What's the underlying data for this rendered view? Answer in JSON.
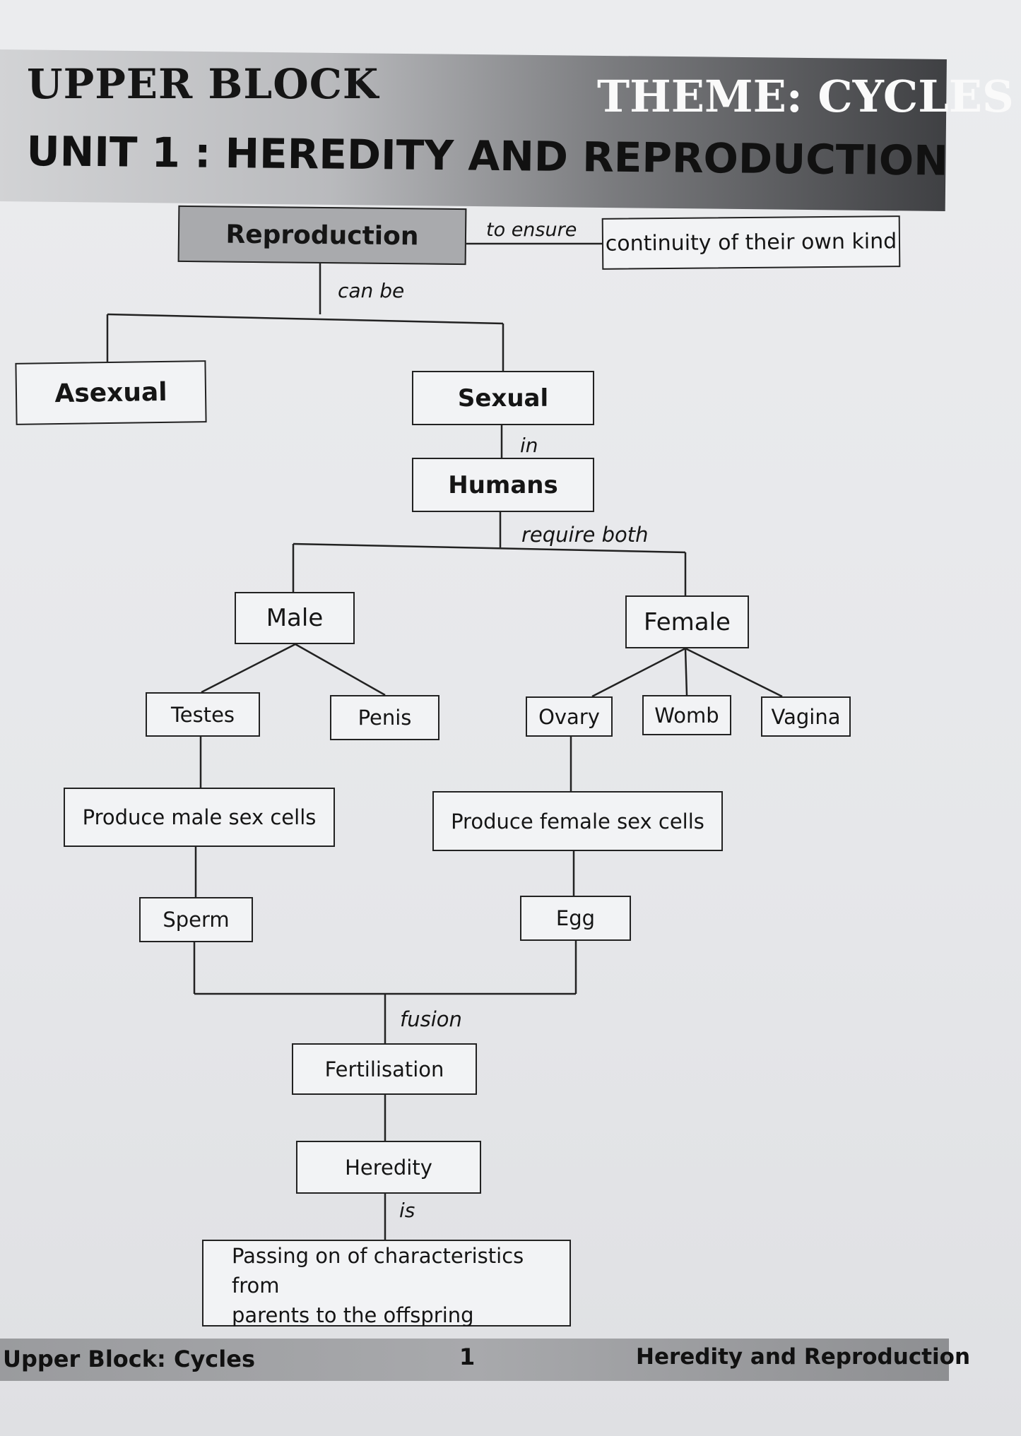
{
  "header": {
    "block": "UPPER BLOCK",
    "theme": "THEME: CYCLES",
    "unit": "UNIT 1 : HEREDITY AND REPRODUCTION"
  },
  "nodes": {
    "reproduction": "Reproduction",
    "continuity": "continuity of their own kind",
    "asexual": "Asexual",
    "sexual": "Sexual",
    "humans": "Humans",
    "male": "Male",
    "female": "Female",
    "testes": "Testes",
    "penis": "Penis",
    "ovary": "Ovary",
    "womb": "Womb",
    "vagina": "Vagina",
    "produce_male": "Produce male sex cells",
    "produce_female": "Produce female sex cells",
    "sperm": "Sperm",
    "egg": "Egg",
    "fertilisation": "Fertilisation",
    "heredity": "Heredity",
    "passing_line1": "Passing on of characteristics from",
    "passing_line2": "parents to the offspring"
  },
  "links": {
    "to_ensure": "to ensure",
    "can_be": "can be",
    "in": "in",
    "require_both": "require both",
    "fusion": "fusion",
    "is": "is"
  },
  "footer": {
    "left": "Upper Block:  Cycles",
    "page": "1",
    "right": "Heredity and Reproduction"
  }
}
